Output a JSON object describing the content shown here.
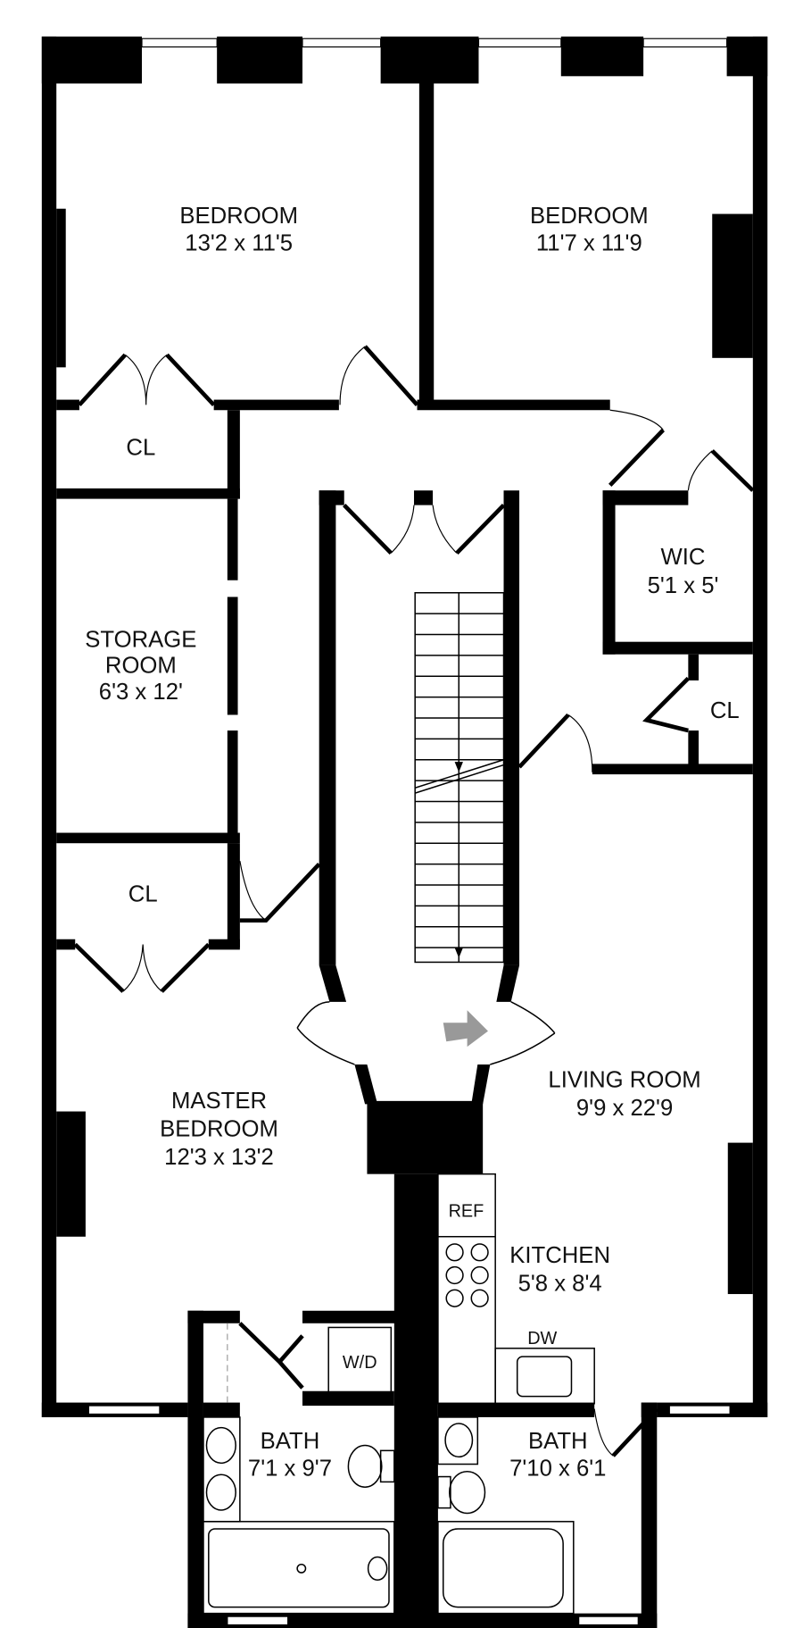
{
  "rooms": {
    "bedroom_1": {
      "name": "BEDROOM",
      "dims": "13'2 x 11'5"
    },
    "bedroom_2": {
      "name": "BEDROOM",
      "dims": "11'7 x 11'9"
    },
    "closet_1": {
      "name": "CL"
    },
    "storage": {
      "name_line1": "STORAGE",
      "name_line2": "ROOM",
      "dims": "6'3 x 12'"
    },
    "wic": {
      "name": "WIC",
      "dims": "5'1 x 5'"
    },
    "closet_2": {
      "name": "CL"
    },
    "closet_3": {
      "name": "CL"
    },
    "master_bedroom": {
      "name_line1": "MASTER",
      "name_line2": "BEDROOM",
      "dims": "12'3 x 13'2"
    },
    "living_room": {
      "name": "LIVING ROOM",
      "dims": "9'9 x 22'9"
    },
    "kitchen": {
      "name": "KITCHEN",
      "dims": "5'8 x 8'4"
    },
    "bath_1": {
      "name": "BATH",
      "dims": "7'1 x 9'7"
    },
    "bath_2": {
      "name": "BATH",
      "dims": "7'10 x 6'1"
    }
  },
  "fixtures": {
    "ref": "REF",
    "dw": "DW",
    "wd": "W/D"
  },
  "colors": {
    "wall": "#000000",
    "entry_arrow": "#999999"
  }
}
